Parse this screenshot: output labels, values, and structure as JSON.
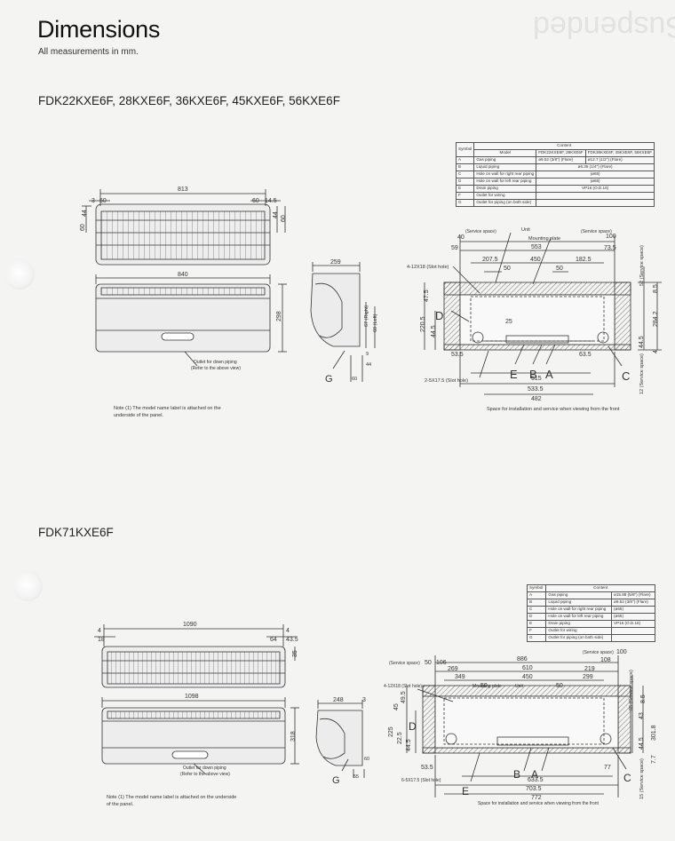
{
  "header": {
    "title": "Dimensions",
    "subtitle": "All measurements in mm."
  },
  "section1": {
    "title": "FDK22KXE6F, 28KXE6F, 36KXE6F, 45KXE6F, 56KXE6F",
    "note": "Note (1) The model name label is attached on the underside of the panel.",
    "outlet_label": "Outlet for down piping",
    "outlet_sub": "(Refer to the above view)",
    "space_label": "Space for installation and service when viewing from the front",
    "table": {
      "head_symbol": "Symbol",
      "head_content": "Content",
      "head_model": "Model",
      "head_col1": "FDK22KXE6F, 28KXE6F",
      "head_col2": "FDK36KXE6F, 45KXE6F, 56KXE6F",
      "rows": [
        {
          "sym": "A",
          "name": "Gas piping",
          "c1": "ø9.52 (3/8\") (Flare)",
          "c2": "ø12.7 (1/2\") (Flare)"
        },
        {
          "sym": "B",
          "name": "Liquid piping",
          "c1": "ø6.35 (1/4\") (Flare)",
          "c2": ""
        },
        {
          "sym": "C",
          "name": "Hole on wall for right rear piping",
          "c1": "(ø65)",
          "c2": ""
        },
        {
          "sym": "D",
          "name": "Hole on wall for left rear piping",
          "c1": "(ø65)",
          "c2": ""
        },
        {
          "sym": "E",
          "name": "Drain piping",
          "c1": "VP16 (O.D.16)",
          "c2": ""
        },
        {
          "sym": "F",
          "name": "Outlet for wiring",
          "c1": "",
          "c2": ""
        },
        {
          "sym": "G",
          "name": "Outlet for piping (on both side)",
          "c1": "",
          "c2": ""
        }
      ]
    },
    "dims": {
      "top_width": "813",
      "d3": "3",
      "d60a": "60",
      "d60b": "60",
      "d145": "14.5",
      "d44a": "44",
      "d44b": "44",
      "d60c": "60",
      "d60d": "60",
      "front_width": "840",
      "front_height": "298",
      "side_depth": "259",
      "side_67": "67 (Right)",
      "side_60": "60 (Left)",
      "side_9": "9",
      "side_44": "44",
      "side_60b": "60",
      "r40": "40",
      "r59": "59",
      "r553": "553",
      "r735": "73.5",
      "r100": "100",
      "r2075": "207.5",
      "r50a": "50",
      "r450": "450",
      "r1825": "182.5",
      "r50b": "50",
      "r475": "47.5",
      "r2205": "220.5",
      "r445": "44.5",
      "r25": "25",
      "r535": "53.5",
      "r635": "63.5",
      "r515": "515",
      "r5335": "533.5",
      "r482": "482",
      "r52": "52 (Service space)",
      "r85": "8.5",
      "r2842": "284.2",
      "r445b": "44.5",
      "r4": "4",
      "r12": "12 (Service space)",
      "svc_left": "(Service space)",
      "svc_right": "(Service space)",
      "unit": "Unit",
      "plate": "Mounting plate",
      "slot1": "4-12X18 (Slot hole)",
      "slot2": "2-5X17.5 (Slot hole)"
    }
  },
  "section2": {
    "title": "FDK71KXE6F",
    "note": "Note (1) The model name label is attached on the underside of the panel.",
    "outlet_label": "Outlet for down piping",
    "outlet_sub": "(Refer to the above view)",
    "space_label": "Space for installation and service when viewing from the front",
    "table": {
      "head_symbol": "Symbol",
      "head_content": "Content",
      "rows": [
        {
          "sym": "A",
          "name": "Gas piping",
          "c1": "ø15.88 (5/8\") (Flare)"
        },
        {
          "sym": "B",
          "name": "Liquid piping",
          "c1": "ø9.52 (3/8\") (Flare)"
        },
        {
          "sym": "C",
          "name": "Hole on wall for right rear piping",
          "c1": "(ø65)"
        },
        {
          "sym": "D",
          "name": "Hole on wall for left rear piping",
          "c1": "(ø65)"
        },
        {
          "sym": "E",
          "name": "Drain piping",
          "c1": "VP16 (O.D.16)"
        },
        {
          "sym": "F",
          "name": "Outlet for wiring",
          "c1": ""
        },
        {
          "sym": "G",
          "name": "Outlet for piping (on both side)",
          "c1": ""
        }
      ]
    },
    "dims": {
      "top_width": "1090",
      "d4": "4",
      "d43": "43.5",
      "d64": "64",
      "d35": "35",
      "d18": "18",
      "front_width": "1098",
      "front_height": "318",
      "side_depth": "248",
      "side_3": "3",
      "side_60": "60",
      "side_55": "55",
      "r50": "50",
      "r106": "106",
      "r886": "886",
      "r108": "108",
      "r100": "100",
      "r269": "269",
      "r610": "610",
      "r219": "219",
      "r349": "349",
      "r450": "450",
      "r299": "299",
      "r50a": "50",
      "r50b": "50",
      "r45": "45",
      "r495": "49.5",
      "r225": "225",
      "r225b": "22.5",
      "r445": "44.5",
      "r535": "53.5",
      "r77": "77",
      "r6335": "633.5",
      "r7035": "703.5",
      "r772": "772",
      "r65": "65 (Service space)",
      "r85": "8.5",
      "r43": "43",
      "r3018": "301.8",
      "r445b": "44.5",
      "r77b": "7.7",
      "r15": "15 (Service space)",
      "svc_left": "(Service space)",
      "svc_right": "(Service space)",
      "unit": "Unit",
      "plate": "Mounting plate",
      "slot1": "4-12X18 (Slot hole)",
      "slot2": "6-5X17.5 (Slot hole)"
    }
  },
  "letters": {
    "A": "A",
    "B": "B",
    "C": "C",
    "D": "D",
    "E": "E",
    "G": "G"
  }
}
